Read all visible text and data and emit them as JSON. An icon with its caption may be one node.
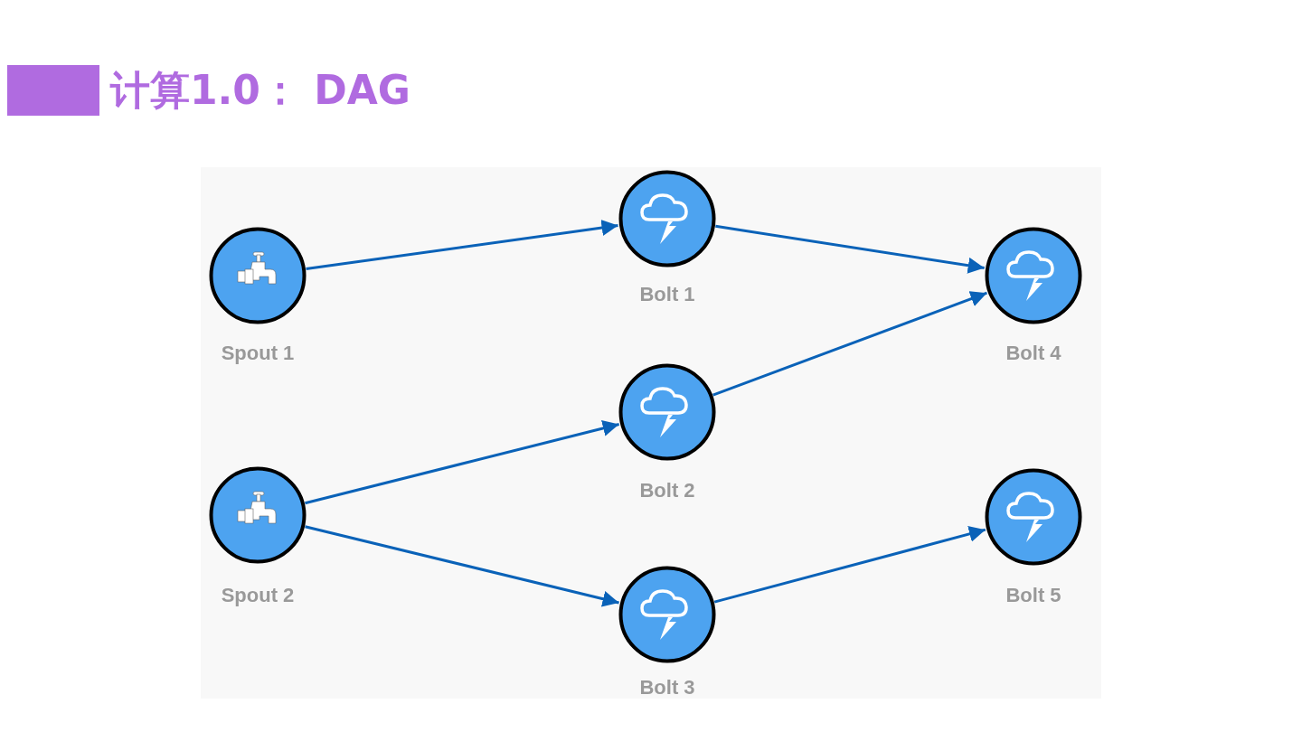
{
  "diagram": {
    "title": "计算1.0： DAG",
    "nodes": [
      {
        "text": [
          "Spout 1"
        ]
      },
      {
        "text": [
          "Spout 2"
        ]
      },
      {
        "text": [
          "Bolt 1"
        ]
      },
      {
        "text": [
          "Bolt 2"
        ]
      },
      {
        "text": [
          "Bolt 3"
        ]
      },
      {
        "text": [
          "Bolt 4"
        ]
      },
      {
        "text": [
          "Bolt 5"
        ]
      }
    ],
    "edges": [
      {
        "from": 0,
        "to": 2,
        "arrow": "to"
      },
      {
        "from": 2,
        "to": 5,
        "arrow": "to"
      },
      {
        "from": 3,
        "to": 5,
        "arrow": "to"
      },
      {
        "from": 1,
        "to": 3,
        "arrow": "to"
      },
      {
        "from": 1,
        "to": 4,
        "arrow": "to"
      },
      {
        "from": 4,
        "to": 6,
        "arrow": "to"
      }
    ]
  }
}
